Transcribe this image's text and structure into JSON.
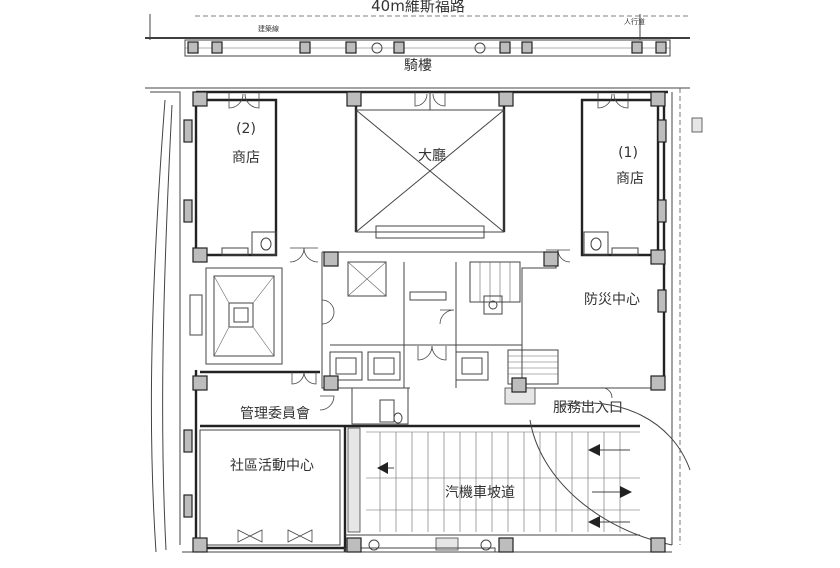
{
  "labels": {
    "road": "40m維斯福路",
    "building_line": "建築線",
    "sidewalk": "人行道",
    "arcade": "騎樓",
    "lobby": "大廳",
    "shop_2_num": "(2)",
    "shop_2": "商店",
    "shop_1_num": "(1)",
    "shop_1": "商店",
    "fire_center": "防災中心",
    "management": "管理委員會",
    "service_entry": "服務出入口",
    "community": "社區活動中心",
    "ramp": "汽機車坡道"
  },
  "icons": {
    "column": "structural-column",
    "door": "swing-door",
    "elevator": "elevator-shaft",
    "stair": "staircase",
    "arrow": "ramp-direction-arrow"
  }
}
